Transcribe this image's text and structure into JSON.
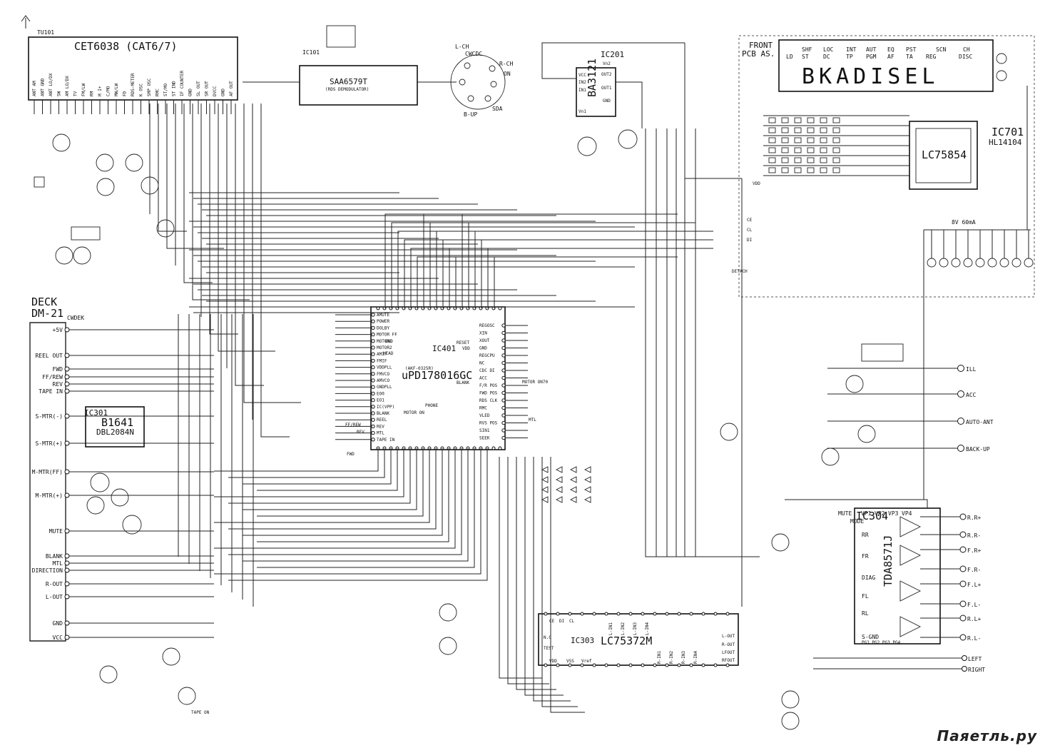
{
  "blocks": {
    "tuner": {
      "ref": "TU101",
      "part": "CET6038 (CAT6/7)"
    },
    "ic101": {
      "ref": "IC101",
      "part": "SAA6579T",
      "desc": "(RDS DEMODULATOR)"
    },
    "ic201": {
      "ref": "IC201",
      "part": "BA3121"
    },
    "front": {
      "title": "FRONT",
      "subtitle": "PCB AS."
    },
    "ic701": {
      "ref": "IC701",
      "part": "LC75854",
      "alt": "HL14104"
    },
    "ic401": {
      "ref": "IC401",
      "part": "uPD178016GC",
      "sub": "(AKF-0325R)"
    },
    "ic301": {
      "ref": "IC301",
      "part": "B1641",
      "alt": "DBL2084N"
    },
    "ic303": {
      "ref": "IC303",
      "part": "LC75372M"
    },
    "ic304": {
      "ref": "IC304",
      "part": "TDA8571J"
    },
    "deck": {
      "title": "DECK",
      "model": "DM-21",
      "conn": "CWDEK"
    }
  },
  "tuner_pins": [
    "ANT AM",
    "ANT GND",
    "ANT LO/DX",
    "SW",
    "AM LO/DX",
    "TV",
    "FM/LW",
    "RM",
    "M I+",
    "C/MO",
    "MW/LW",
    "FD",
    "RDS-METER",
    "K OSC",
    "SMP OSC",
    "RMC",
    "ST/MO",
    "ST IND",
    "IF COUNTER",
    "GND",
    "SL OUT",
    "SR OUT",
    "DVCC",
    "GND",
    "AF OUT"
  ],
  "display_labels": [
    "LD",
    "SHF",
    "ST",
    "LOC",
    "DC",
    "INT",
    "TP",
    "AUT",
    "PGM",
    "EQ",
    "AF",
    "PST",
    "TA",
    "SCN",
    "REG",
    "CH",
    "DISC"
  ],
  "display_digits": "BKADISEL",
  "supply_label": "8V 60mA",
  "front_signals": [
    "VDD",
    "CE",
    "CL",
    "DI",
    "DETACH"
  ],
  "deck_terms": [
    "+5V",
    "REEL OUT",
    "FWD",
    "FF/REW",
    "REV",
    "TAPE IN",
    "S-MTR(-)",
    "S-MTR(+)",
    "M-MTR(FF)",
    "M-MTR(+)",
    "MUTE",
    "BLANK",
    "MTL",
    "DIRECTION",
    "R-OUT",
    "L-OUT",
    "GND",
    "VCC"
  ],
  "ic401_left_pins": [
    "AMUTE",
    "POWER",
    "DOLBY",
    "MOTOR FF",
    "MOTOR1",
    "MOTOR2",
    "AMIF",
    "FMIF",
    "VDDPLL",
    "FMVCO",
    "AMVCO",
    "GNDPLL",
    "EO0",
    "EO1",
    "IC(VPP)",
    "BLANK",
    "REEL",
    "REV",
    "MTL",
    "TAPE IN"
  ],
  "ic401_right_pins": [
    "REGOSC",
    "XIN",
    "XOUT",
    "GND",
    "REGCPU",
    "NC",
    "CDC DI",
    "ACC",
    "F/R POS",
    "FWD POS",
    "RDS CLK",
    "RMC",
    "VLED",
    "RVS POS",
    "SIN1",
    "SEEK"
  ],
  "ic401_labels": [
    "RESET",
    "VDD",
    "HEAD",
    "GND",
    "BLANK",
    "MOTOR ON70",
    "PHONE",
    "MOTOR ON",
    "MTL",
    "FF/REW",
    "REV",
    "FWD"
  ],
  "right_terms": [
    "ILL",
    "ACC",
    "AUTO-ANT",
    "BACK-UP"
  ],
  "out_terms": [
    "R.R+",
    "R.R-",
    "F.R+",
    "F.R-",
    "F.L+",
    "F.L-",
    "R.L+",
    "R.L-"
  ],
  "ic304_pins": [
    "MUTE",
    "VP1",
    "VP2",
    "VP3",
    "VP4",
    "MODE",
    "RR",
    "FR",
    "DIAG",
    "FL",
    "RL",
    "S-GND",
    "PG1 PG2 PG3 PG4"
  ],
  "line_out": [
    "LEFT",
    "RIGHT"
  ],
  "ic303_pins": [
    "N.C",
    "TEST",
    "VDD",
    "VSS",
    "Vref",
    "CE",
    "DI",
    "CL",
    "L-IN1",
    "L-IN2",
    "L-IN3",
    "L-IN4",
    "R-IN1",
    "R-IN2",
    "R-IN3",
    "R-IN4",
    "L-OUT",
    "R-OUT",
    "LFOUT",
    "RFOUT"
  ],
  "ic201_pins": [
    "VCC",
    "IN1",
    "IN2",
    "OUT1",
    "OUT2",
    "GND",
    "Vn1",
    "Vn2"
  ],
  "cdc_conn": {
    "title": "L-CH",
    "sub": "CWCDC",
    "labels": [
      "R-CH",
      "ON",
      "B-UP",
      "SDA"
    ]
  },
  "tape_on": "TAPE ON",
  "watermark": "Паяетль.ру"
}
